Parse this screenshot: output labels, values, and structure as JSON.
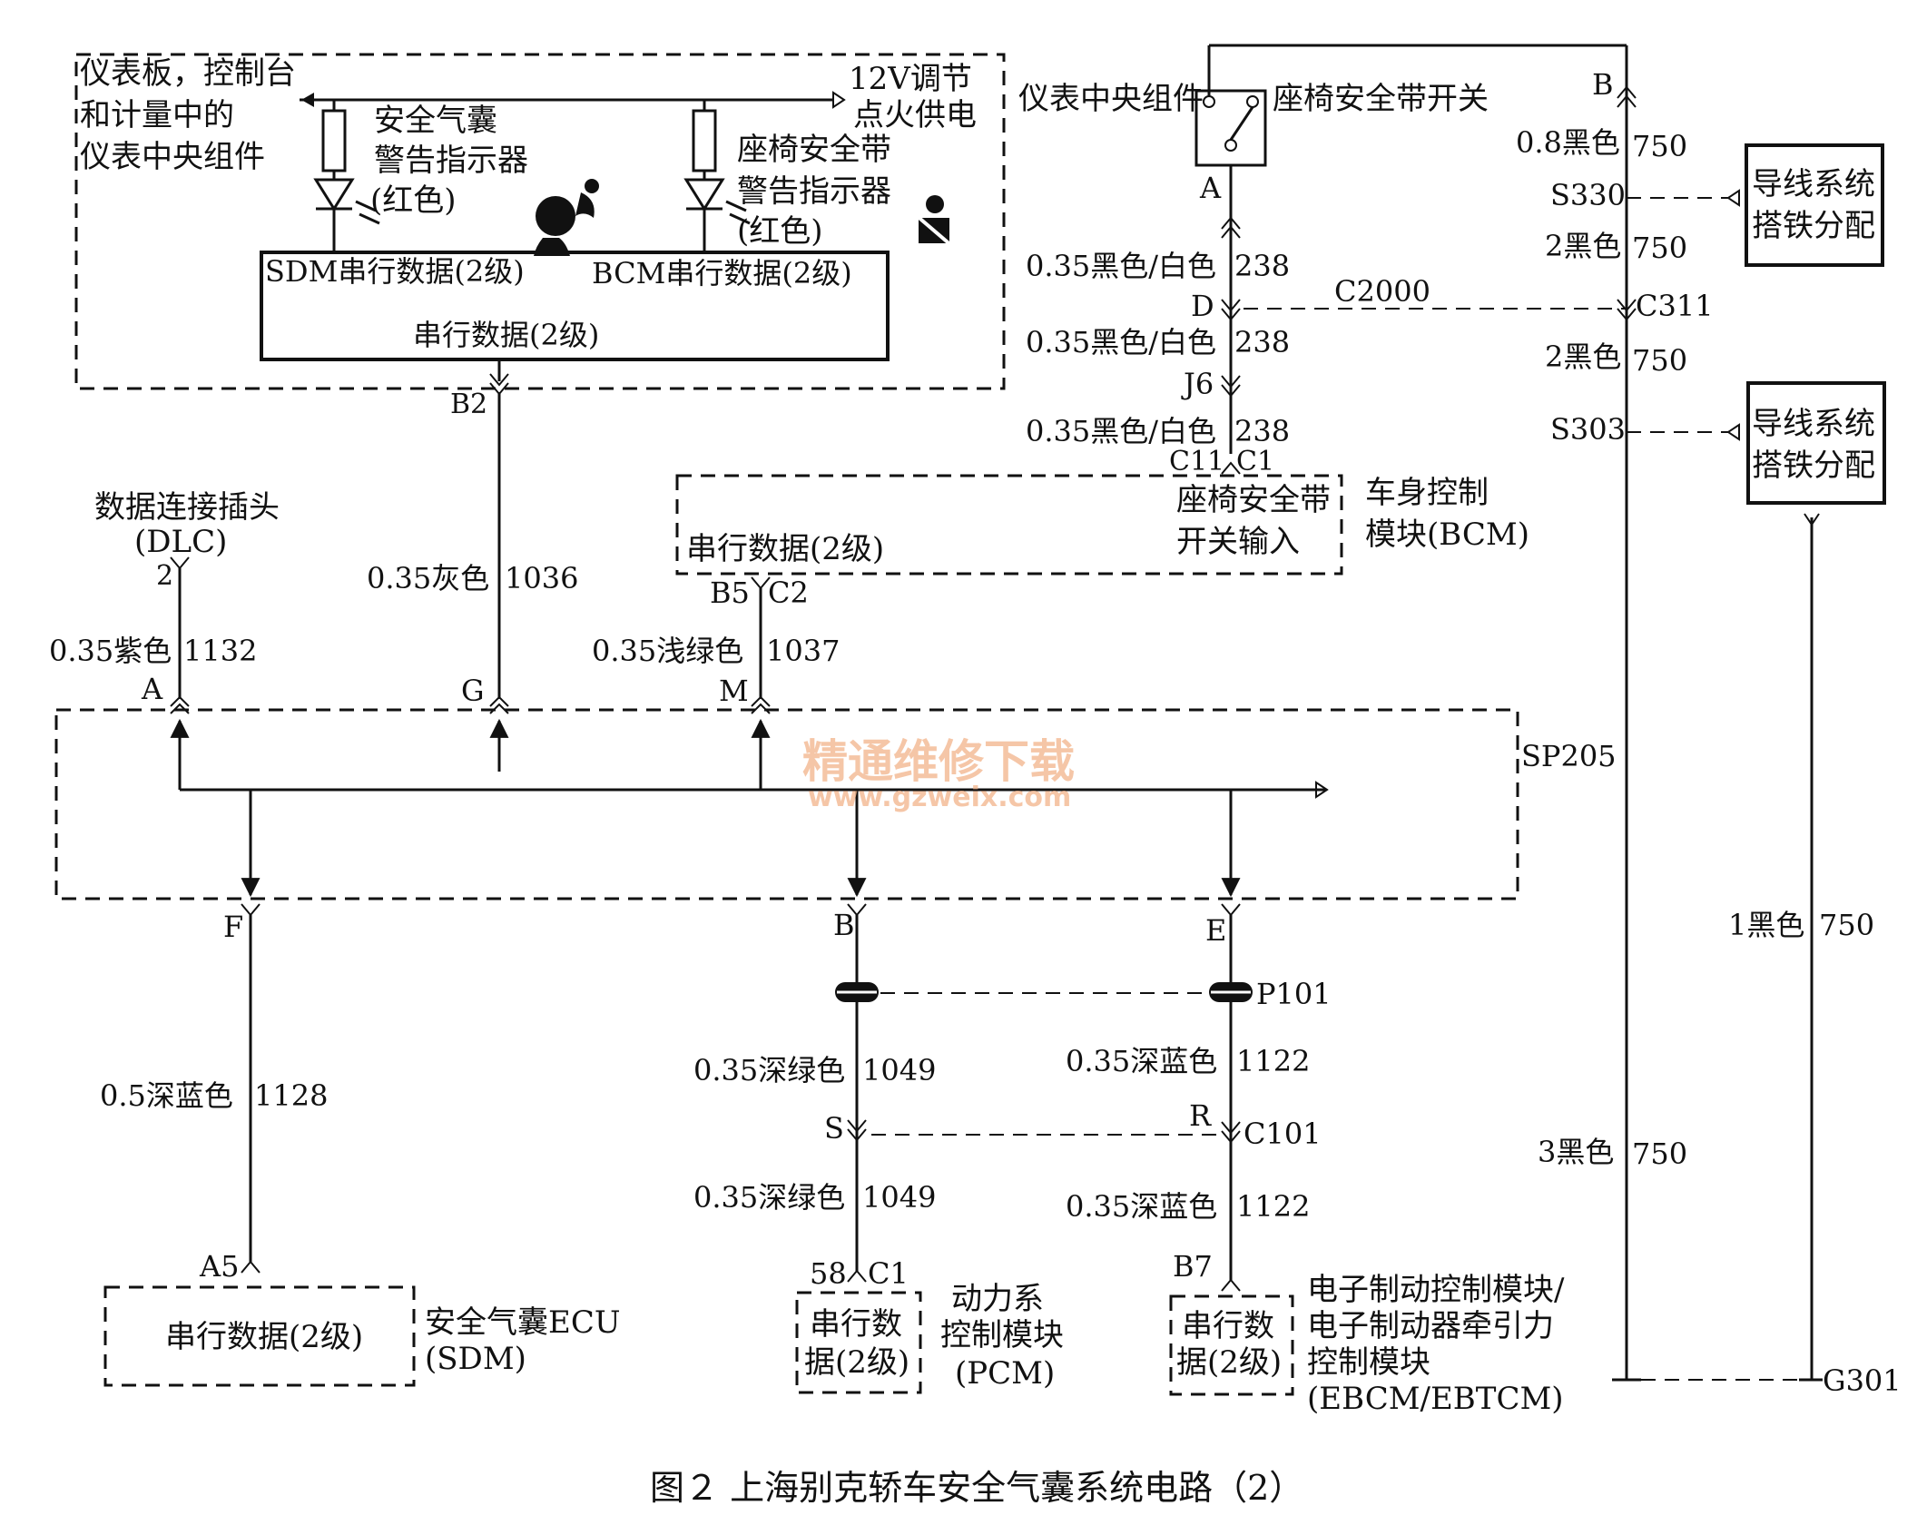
{
  "colors": {
    "ink": "#111111",
    "paper": "#ffffff",
    "watermark": "#f2b38a"
  },
  "cluster": {
    "title": [
      "仪表板，控制台",
      "和计量中的",
      "仪表中央组件"
    ],
    "power": [
      "12V调节",
      "点火供电"
    ],
    "airbag_lamp": [
      "安全气囊",
      "警告指示器",
      "(红色)"
    ],
    "seatbelt_lamp": [
      "座椅安全带",
      "警告指示器",
      "(红色)"
    ],
    "sdm_serial": "SDM串行数据(2级)",
    "bcm_serial": "BCM串行数据(2级)",
    "serial": "串行数据(2级)",
    "airbag_icon": "airbag-warning-icon",
    "seatbelt_icon": "seatbelt-warning-icon"
  },
  "switch": {
    "cluster_label": "仪表中央组件",
    "label": "座椅安全带开关",
    "pin_a": "A"
  },
  "bcm_wires": {
    "w1": "0.35黑色/白色",
    "n1": "238",
    "conn_d": "D",
    "c2000": "C2000",
    "w2": "0.35黑色/白色",
    "n2": "238",
    "j6": "J6",
    "w3": "0.35黑色/白色",
    "n3": "238",
    "c11": "C11",
    "c1": "C1"
  },
  "bcm": {
    "serial": "串行数据(2级)",
    "input": [
      "座椅安全带",
      "开关输入"
    ],
    "name": [
      "车身控制",
      "模块(BCM)"
    ],
    "pin_b5": "B5",
    "pin_c2": "C2"
  },
  "ground": {
    "b": "B",
    "w1": "0.8黑色",
    "n1": "750",
    "s330": "S330",
    "w2": "2黑色",
    "n2": "750",
    "c311": "C311",
    "w3": "2黑色",
    "n3": "750",
    "s303": "S303",
    "w4": "3黑色",
    "n4": "750",
    "w5": "1黑色",
    "n5": "750",
    "g301": "G301",
    "dist1": [
      "导线系统",
      "搭铁分配"
    ],
    "dist2": [
      "导线系统",
      "搭铁分配"
    ]
  },
  "dlc": {
    "label": [
      "数据连接插头",
      "(DLC)"
    ],
    "pin": "2",
    "wire": "0.35紫色",
    "num": "1132"
  },
  "b2_pin": "B2",
  "gray_wire": {
    "wire": "0.35灰色",
    "num": "1036"
  },
  "green_wire": {
    "wire": "0.35浅绿色",
    "num": "1037"
  },
  "splice": {
    "name": "SP205",
    "pin_a": "A",
    "pin_g": "G",
    "pin_m": "M",
    "pin_f": "F",
    "pin_b": "B",
    "pin_e": "E"
  },
  "sdm": {
    "wire": "0.5深蓝色",
    "num": "1128",
    "pin": "A5",
    "serial": "串行数据(2级)",
    "name": [
      "安全气囊ECU",
      "(SDM)"
    ]
  },
  "pcm": {
    "wire1": "0.35深绿色",
    "num1": "1049",
    "pin_s": "S",
    "wire2": "0.35深绿色",
    "num2": "1049",
    "pin_58": "58",
    "c1": "C1",
    "serial": [
      "串行数",
      "据(2级)"
    ],
    "name": [
      "动力系",
      "控制模块",
      "(PCM)"
    ]
  },
  "ebcm": {
    "p101": "P101",
    "wire1": "0.35深蓝色",
    "num1": "1122",
    "pin_r": "R",
    "c101": "C101",
    "wire2": "0.35深蓝色",
    "num2": "1122",
    "pin_b7": "B7",
    "serial": [
      "串行数",
      "据(2级)"
    ],
    "name": [
      "电子制动控制模块/",
      "电子制动器牵引力",
      "控制模块",
      "(EBCM/EBTCM)"
    ]
  },
  "watermark": {
    "cn": "精通维修下载",
    "url": "www.gzweix.com"
  },
  "caption": "图２ 上海别克轿车安全气囊系统电路（2）"
}
